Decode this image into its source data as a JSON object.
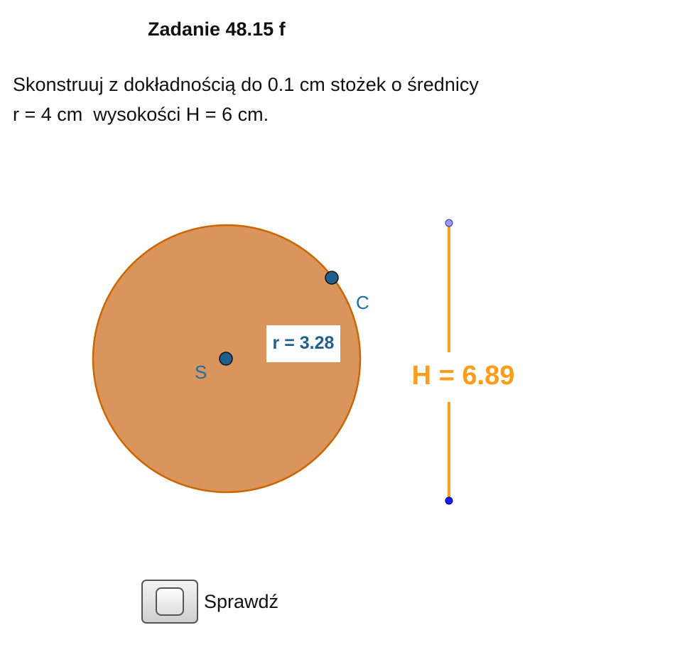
{
  "header": {
    "title": "Zadanie 48.15 f"
  },
  "task": {
    "line1": "Skonstruuj z dokładnością do 0.1 cm stożek o średnicy",
    "line2": "r = 4 cm  wysokości H = 6 cm."
  },
  "construction": {
    "center_label": "S",
    "point_label": "C",
    "radius_label": "r = 3.28",
    "height_label": "H = 6.89",
    "colors": {
      "circle_fill": "#d9955b",
      "circle_stroke": "#cc6600",
      "point": "#1f5f8c",
      "point_label": "#1f6ea6",
      "segment": "#ffa31a",
      "height_text": "#ff9c1a",
      "radius_text": "#1f5f8c",
      "top_point": "#9999ff",
      "bottom_point": "#1a1aff"
    }
  },
  "check": {
    "label": "Sprawdź"
  }
}
